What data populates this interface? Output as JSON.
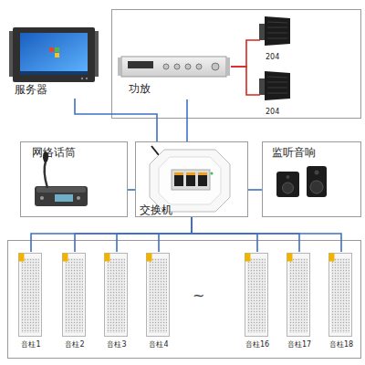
{
  "diagram": {
    "nodes": [
      {
        "text": [
          "服务器"
        ]
      },
      {
        "text": []
      },
      {
        "text": [
          "功放"
        ],
        "in": 1
      },
      {
        "text": [
          "204"
        ],
        "in": 1
      },
      {
        "text": [
          "204"
        ],
        "in": 1
      },
      {
        "text": [
          "网络话筒"
        ]
      },
      {
        "text": [
          "交换机"
        ]
      },
      {
        "text": [
          "监听音响"
        ]
      },
      {
        "text": []
      },
      {
        "text": [
          "音柱1"
        ],
        "in": 8
      },
      {
        "text": [
          "音柱2"
        ],
        "in": 8
      },
      {
        "text": [
          "音柱3"
        ],
        "in": 8
      },
      {
        "text": [
          "音柱4"
        ],
        "in": 8
      },
      {
        "text": [
          "音柱16"
        ],
        "in": 8
      },
      {
        "text": [
          "音柱17"
        ],
        "in": 8
      },
      {
        "text": [
          "音柱18"
        ],
        "in": 8
      }
    ],
    "edges": [
      {
        "from": 2,
        "to": 3,
        "arrow": "none"
      },
      {
        "from": 2,
        "to": 4,
        "arrow": "none"
      },
      {
        "from": 0,
        "to": 6,
        "arrow": "none"
      },
      {
        "from": 2,
        "to": 6,
        "arrow": "none"
      },
      {
        "from": 5,
        "to": 6,
        "arrow": "none"
      },
      {
        "from": 6,
        "to": 7,
        "arrow": "none"
      },
      {
        "from": 6,
        "to": 9,
        "arrow": "none"
      },
      {
        "from": 6,
        "to": 10,
        "arrow": "none"
      },
      {
        "from": 6,
        "to": 11,
        "arrow": "none"
      },
      {
        "from": 6,
        "to": 12,
        "arrow": "none"
      },
      {
        "from": 6,
        "to": 13,
        "arrow": "none"
      },
      {
        "from": 6,
        "to": 14,
        "arrow": "none"
      },
      {
        "from": 6,
        "to": 15,
        "arrow": "none"
      }
    ],
    "labels": [
      "~"
    ]
  }
}
